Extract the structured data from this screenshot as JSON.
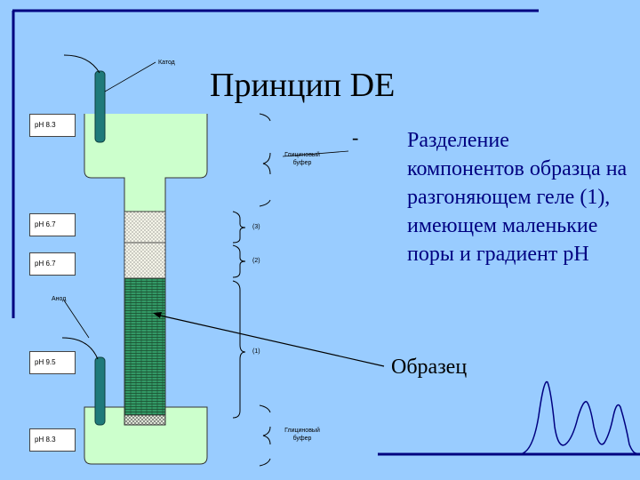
{
  "slide": {
    "title": "Принцип DE",
    "bullet_dash": "-",
    "bullet_text": "Разделение компонентов образца на разгоняющем геле (1), имеющем маленькие поры и градиент pH",
    "sample_label": "Образец"
  },
  "apparatus": {
    "ph_labels": [
      "pH 8.3",
      "pH 6.7",
      "pH 6.7",
      "pH 9.5",
      "pH 8.3"
    ],
    "cathode_label": "Катод",
    "anode_label": "Анод",
    "buffer_top_line1": "Глициновый",
    "buffer_top_line2": "буфер",
    "buffer_bottom_line1": "Глициновый",
    "buffer_bottom_line2": "буфер",
    "gel_3_label": "(3)",
    "gel_2_label": "(2)",
    "gel_1_label": "(1)"
  },
  "colors": {
    "background": "#99ccff",
    "buffer_fill": "#ccffcc",
    "gel_dark": "#339966",
    "frame_line": "#000080",
    "electrode": "#1f7a7a"
  }
}
